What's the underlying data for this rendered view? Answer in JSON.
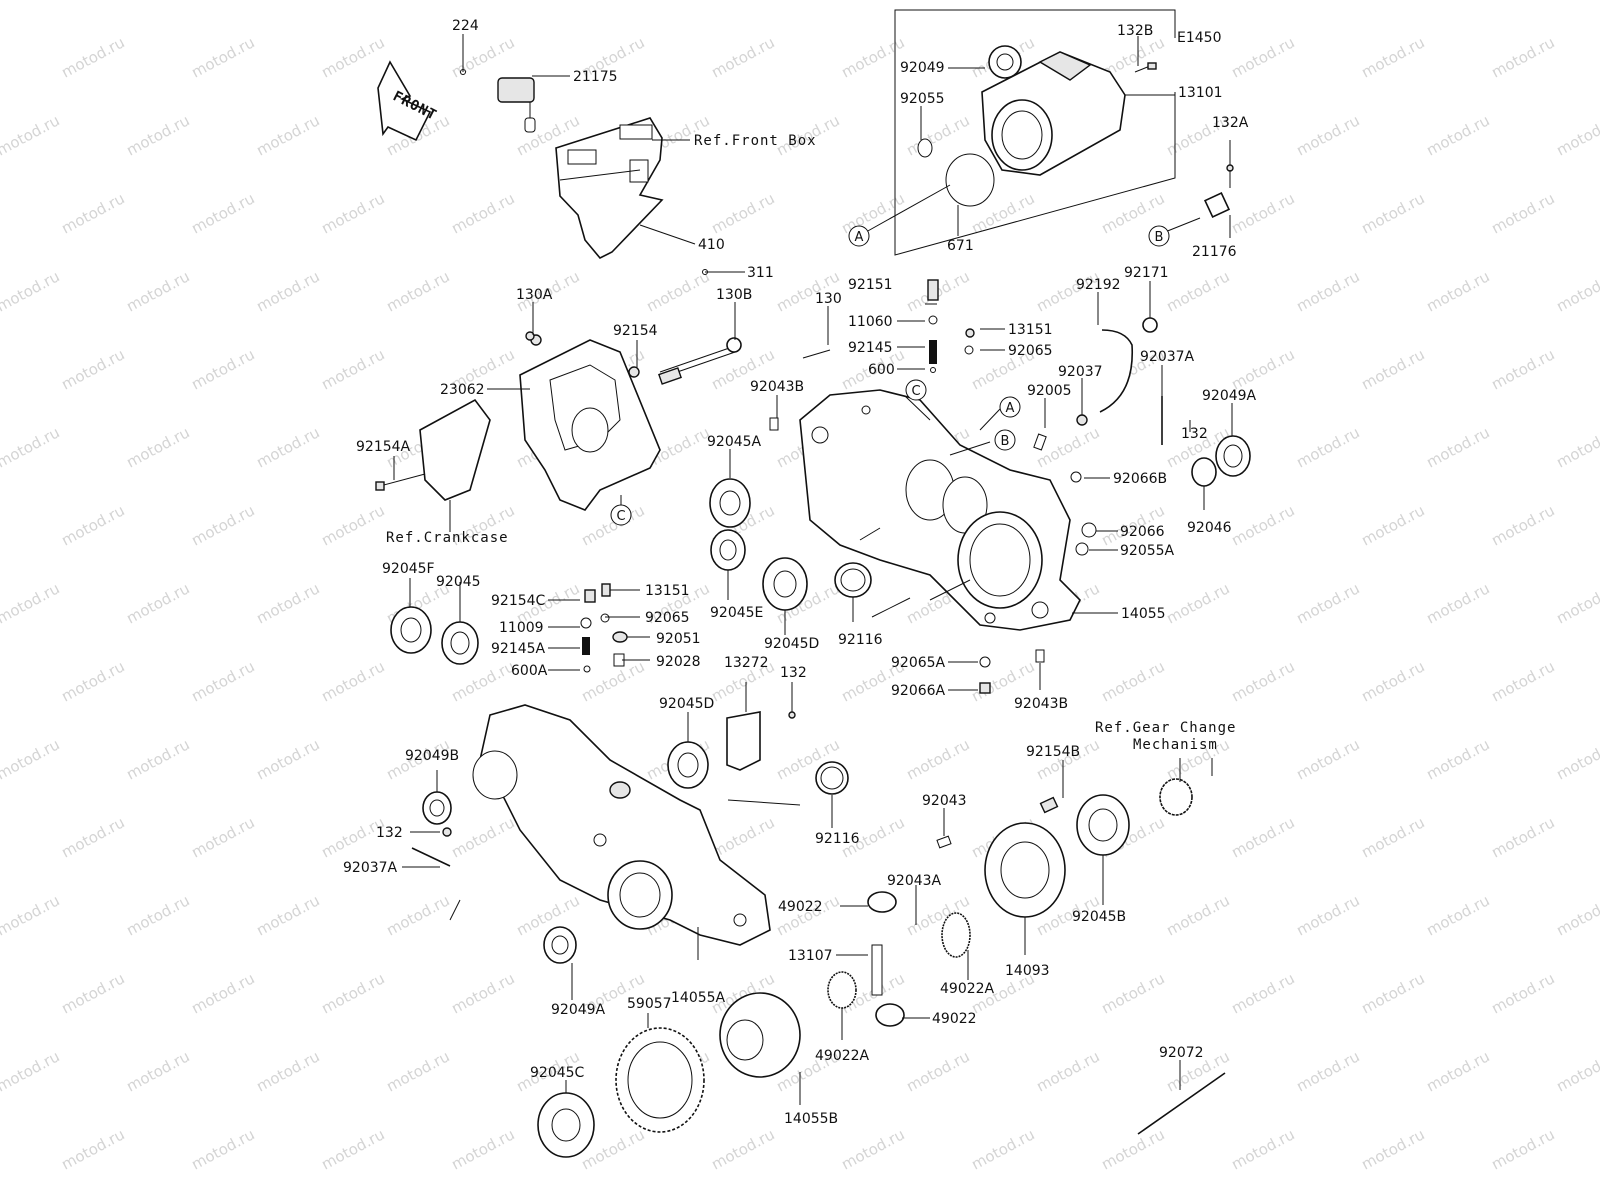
{
  "diagram_code": "E1450",
  "front_arrow": {
    "text": "FRONT",
    "icon": "front-direction-arrow-icon"
  },
  "watermark": "motod.ru",
  "references": {
    "front_box": "Ref.Front Box",
    "crankcase": "Ref.Crankcase",
    "gear_change_line1": "Ref.Gear Change",
    "gear_change_line2": "Mechanism"
  },
  "callouts": {
    "A": "A",
    "B": "B",
    "C": "C"
  },
  "parts": [
    "224",
    "21175",
    "410",
    "311",
    "132B",
    "92049",
    "92055",
    "13101",
    "671",
    "132A",
    "21176",
    "130A",
    "92154",
    "130B",
    "23062",
    "92154A",
    "92151",
    "11060",
    "92145",
    "600",
    "13151",
    "92065",
    "130",
    "92043B",
    "92045A",
    "92192",
    "92171",
    "92037",
    "92037A",
    "92005",
    "132",
    "92049A",
    "92066B",
    "92046",
    "92066",
    "92055A",
    "92045E",
    "92045D",
    "92116",
    "14055",
    "92065A",
    "92066A",
    "92043B",
    "92045F",
    "92045",
    "92154C",
    "11009",
    "92145A",
    "600A",
    "13151",
    "92065",
    "92051",
    "92028",
    "13272",
    "132",
    "92045D",
    "92049B",
    "132",
    "92037A",
    "92116",
    "92154B",
    "92043",
    "92043A",
    "49022",
    "14093",
    "92045B",
    "13107",
    "49022A",
    "49022A",
    "49022",
    "14055A",
    "92049A",
    "59057",
    "14055B",
    "92045C",
    "92072"
  ]
}
